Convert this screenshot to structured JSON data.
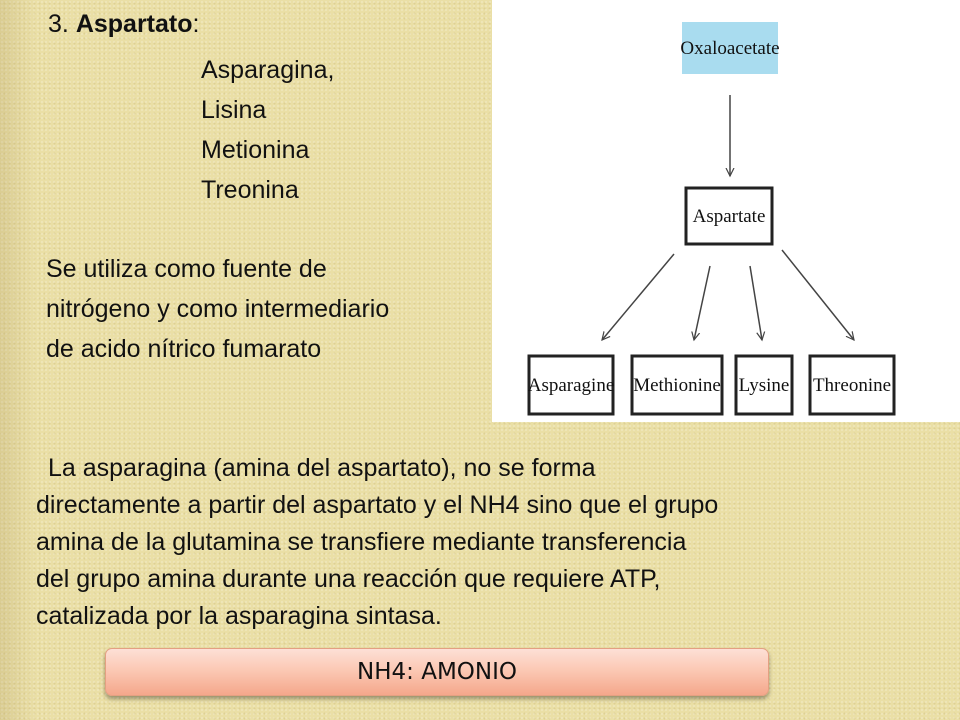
{
  "heading": {
    "number": "3.",
    "title": "Aspartato",
    "colon": ":"
  },
  "amino_acids": [
    "Asparagina,",
    "Lisina",
    "Metionina",
    "Treonina"
  ],
  "usage_lines": [
    "Se utiliza como fuente de",
    "nitrógeno y como intermediario",
    "de acido nítrico fumarato"
  ],
  "diagram": {
    "source": "Oxaloacetate",
    "intermediate": "Aspartate",
    "products": [
      "Asparagine",
      "Methionine",
      "Lysine",
      "Threonine"
    ],
    "colors": {
      "source_fill": "#a9dcef",
      "box_border": "#222222",
      "arrow": "#444444"
    }
  },
  "body_lines": [
    "La asparagina (amina del aspartato), no se forma",
    "directamente a partir del aspartato y el NH4 sino que el grupo",
    "amina de la glutamina se transfiere mediante  transferencia",
    "del grupo amina durante una reacción  que requiere ATP,",
    "catalizada por la asparagina sintasa."
  ],
  "footer_box": {
    "label": "NH4: AMONIO"
  },
  "colors": {
    "background": "#eadfa6",
    "text": "#111111",
    "footer_box": "#fbc6b1"
  }
}
